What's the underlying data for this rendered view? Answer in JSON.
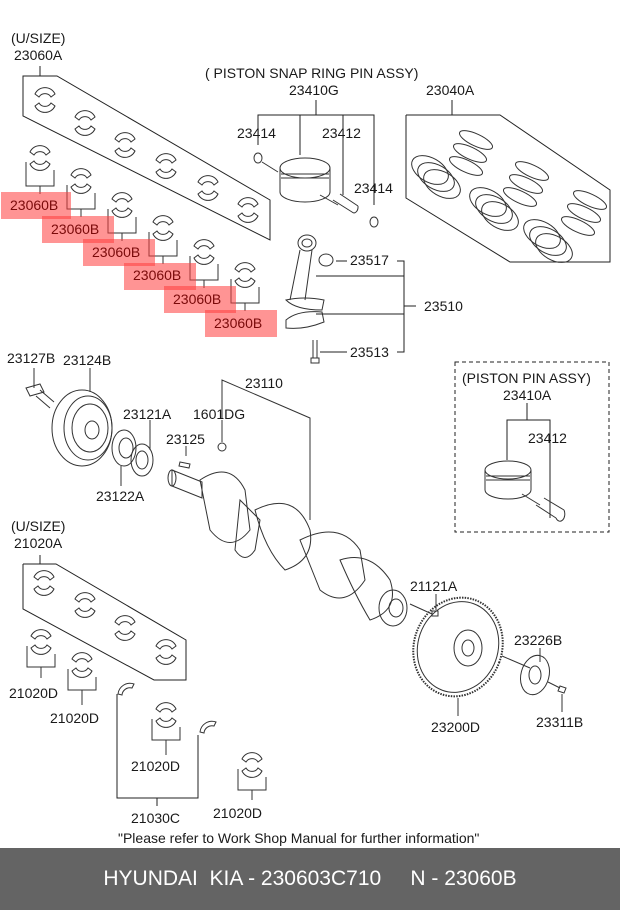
{
  "diagram": {
    "title_groups": [
      {
        "name": "main-bearing-upper",
        "size_note": "(U/SIZE)",
        "part": "23060A"
      },
      {
        "name": "main-bearing-lower",
        "size_note": "(U/SIZE)",
        "part": "21020A"
      }
    ],
    "piston_snap_ring_assy": {
      "caption": "( PISTON  SNAP RING  PIN ASSY)",
      "part": "23410G",
      "children": [
        "23414",
        "23412",
        "23414"
      ]
    },
    "piston_ring_set": {
      "part": "23040A"
    },
    "connecting_rod": {
      "part": "23510",
      "children": [
        "23517",
        "23513"
      ]
    },
    "piston_pin_assy": {
      "caption": "(PISTON  PIN ASSY)",
      "part": "23410A",
      "children": [
        "23412"
      ]
    },
    "pulley_parts": [
      "23127B",
      "23124B",
      "23121A",
      "23125",
      "23122A",
      "1601DG"
    ],
    "crankshaft": {
      "part": "23110"
    },
    "flywheel_parts": [
      "21121A",
      "23226B",
      "23200D",
      "23311B"
    ],
    "thrust_bearing": {
      "part": "21030C"
    },
    "lower_bearing_labels": [
      "21020D",
      "21020D",
      "21020D",
      "21020D"
    ],
    "highlighted_labels": [
      "23060B",
      "23060B",
      "23060B",
      "23060B",
      "23060B",
      "23060B"
    ],
    "highlight_color": "#ff3c3c",
    "notice": "\"Please refer to Work Shop Manual for further information\""
  },
  "footer": {
    "brand": "HYUNDAI  KIA - 230603C710",
    "ref": "N - 23060B",
    "background": "#646464"
  }
}
